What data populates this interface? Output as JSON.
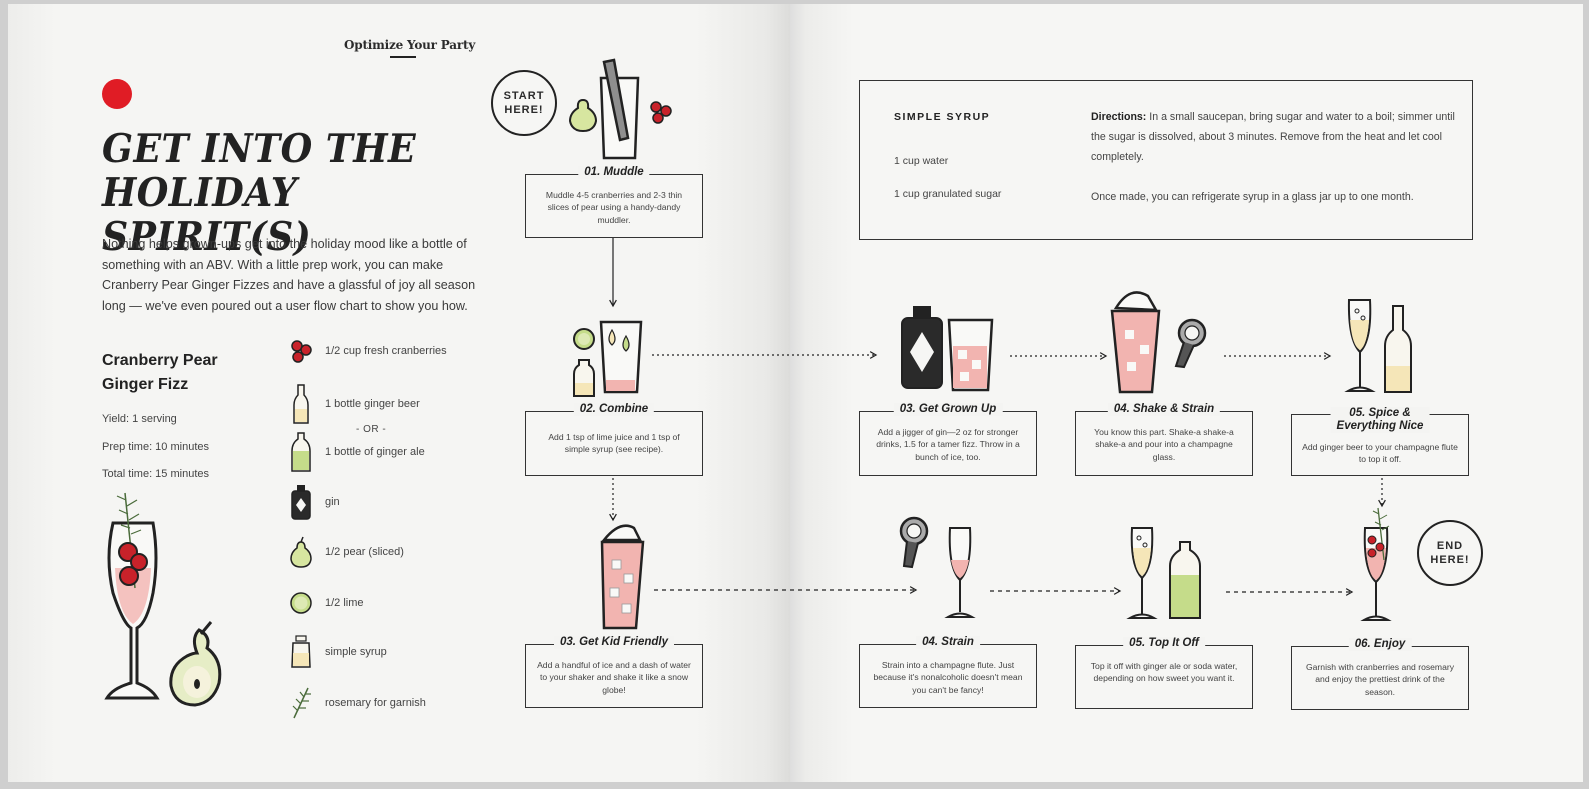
{
  "header": "Optimize Your Party",
  "title_lines": [
    "GET INTO THE",
    "HOLIDAY SPIRIT(S)"
  ],
  "intro": "Nothing helps grown-ups get into the holiday mood like a bottle of something with an ABV. With a little prep work, you can make Cranberry Pear Ginger Fizzes and have a glassful of joy all season long — we've even poured out a user flow chart to show you how.",
  "recipe": {
    "name_lines": [
      "Cranberry Pear",
      "Ginger Fizz"
    ],
    "yield": "Yield: 1 serving",
    "prep": "Prep time: 10 minutes",
    "total": "Total time: 15 minutes"
  },
  "ingredients": [
    {
      "text": "1/2 cup fresh cranberries",
      "icon": "cranberries-icon"
    },
    {
      "text": "1 bottle ginger beer",
      "icon": "ginger-beer-bottle-icon"
    },
    {
      "text": "1 bottle of ginger ale",
      "icon": "ginger-ale-bottle-icon"
    },
    {
      "text": "gin",
      "icon": "gin-bottle-icon"
    },
    {
      "text": "1/2 pear (sliced)",
      "icon": "pear-icon"
    },
    {
      "text": "1/2 lime",
      "icon": "lime-icon"
    },
    {
      "text": "simple syrup",
      "icon": "syrup-jar-icon"
    },
    {
      "text": "rosemary for garnish",
      "icon": "rosemary-icon"
    }
  ],
  "or_label": "- OR -",
  "start_label": [
    "START",
    "HERE!"
  ],
  "end_label": [
    "END",
    "HERE!"
  ],
  "steps": [
    {
      "id": "muddle",
      "title": "01. Muddle",
      "desc": "Muddle 4-5 cranberries and 2-3 thin slices of pear using a handy-dandy muddler."
    },
    {
      "id": "combine",
      "title": "02. Combine",
      "desc": "Add 1 tsp of lime juice and 1 tsp of simple syrup (see recipe)."
    },
    {
      "id": "get-kid-friendly",
      "title": "03. Get Kid Friendly",
      "desc": "Add a handful of ice and a dash of water to your shaker and shake it like a snow globe!"
    },
    {
      "id": "get-grown-up",
      "title": "03. Get Grown Up",
      "desc": "Add a jigger of gin—2 oz for stronger drinks, 1.5 for a tamer fizz. Throw in a bunch of ice, too."
    },
    {
      "id": "shake-strain",
      "title": "04. Shake & Strain",
      "desc": "You know this part. Shake-a shake-a shake-a and pour into a champagne glass."
    },
    {
      "id": "spice-nice",
      "title_lines": [
        "05. Spice &",
        "Everything Nice"
      ],
      "desc": "Add ginger beer to your champagne flute to top it off."
    },
    {
      "id": "strain",
      "title": "04. Strain",
      "desc": "Strain into a champagne flute. Just because it's nonalcoholic doesn't mean you can't be fancy!"
    },
    {
      "id": "top-it-off",
      "title": "05. Top It Off",
      "desc": "Top it off with ginger ale or soda water, depending on how sweet you want it."
    },
    {
      "id": "enjoy",
      "title": "06. Enjoy",
      "desc": "Garnish with cranberries and rosemary and enjoy the prettiest drink of the season."
    }
  ],
  "syrup": {
    "title": "SIMPLE SYRUP",
    "items": [
      "1 cup water",
      "1 cup granulated sugar"
    ],
    "directions_label": "Directions:",
    "directions": " In a small saucepan, bring sugar and water to a boil; simmer until the sugar is dissolved, about 3 minutes. Remove from the heat and let cool completely.",
    "note": "Once made, you can refrigerate syrup in a glass jar up to one month."
  },
  "colors": {
    "accent_red": "#e01c25",
    "pink": "#f0a9a6",
    "lime": "#c5dc8a",
    "cream": "#f5e6b8",
    "ink": "#222222"
  }
}
